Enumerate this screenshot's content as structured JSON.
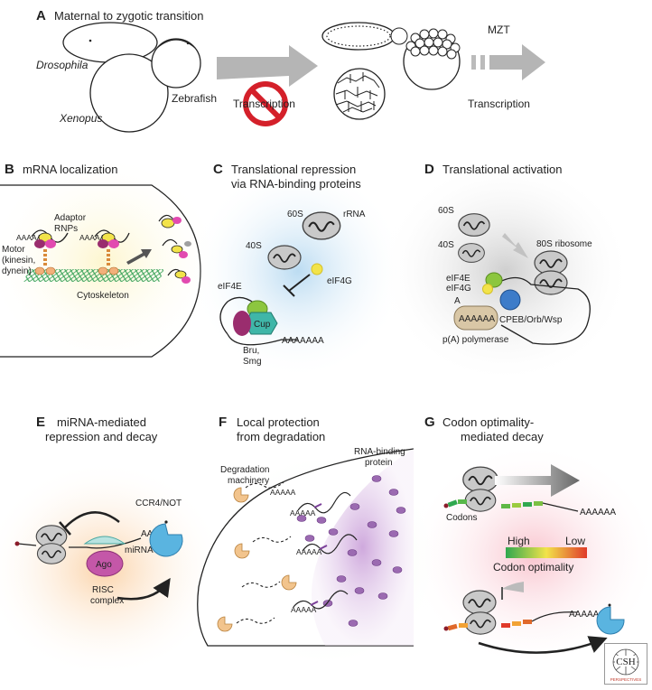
{
  "panelA": {
    "letter": "A",
    "title": "Maternal to zygotic transition",
    "drosophila": "Drosophila",
    "xenopus": "Xenopus",
    "zebrafish": "Zebrafish",
    "transcription_blocked": "Transcription",
    "mzt": "MZT",
    "transcription": "Transcription"
  },
  "panelB": {
    "letter": "B",
    "title": "mRNA localization",
    "adaptor": [
      "Adaptor",
      "RNPs"
    ],
    "motor": [
      "Motor",
      "(kinesin,",
      "dynein)"
    ],
    "cytoskeleton": "Cytoskeleton",
    "polyA": "AAAAA"
  },
  "panelC": {
    "letter": "C",
    "title": [
      "Translational repression",
      "via RNA-binding proteins"
    ],
    "s60": "60S",
    "s40": "40S",
    "rrna": "rRNA",
    "eif4g": "eIF4G",
    "eif4e": "eIF4E",
    "cup": "Cup",
    "bru": [
      "Bru,",
      "Smg"
    ],
    "polyA": "AAAAAAA"
  },
  "panelD": {
    "letter": "D",
    "title": "Translational activation",
    "s60": "60S",
    "s40": "40S",
    "ribosome80": "80S ribosome",
    "eif4e": "eIF4E",
    "eif4g": "eIF4G",
    "a": "A",
    "polyA": "AAAAAA",
    "cpeb": "CPEB/Orb/Wsp",
    "polymerase": "p(A) polymerase"
  },
  "panelE": {
    "letter": "E",
    "title": [
      "miRNA-mediated",
      "repression and decay"
    ],
    "ccr4": "CCR4/NOT",
    "polyA": "AAAA",
    "mirna": "miRNA",
    "ago": "Ago",
    "risc": [
      "RISC",
      "complex"
    ]
  },
  "panelF": {
    "letter": "F",
    "title": [
      "Local protection",
      "from degradation"
    ],
    "rbp": [
      "RNA-binding",
      "protein"
    ],
    "degradation": [
      "Degradation",
      "machinery"
    ],
    "polyA": "AAAAA"
  },
  "panelG": {
    "letter": "G",
    "title": [
      "Codon optimality-",
      "mediated decay"
    ],
    "polyA": "AAAAAA",
    "codons": "Codons",
    "high": "High",
    "low": "Low",
    "optimality": "Codon optimality",
    "polyA2": "AAAAA"
  },
  "logo": {
    "name": "CSH",
    "tagline": "PERSPECTIVES"
  },
  "colors": {
    "ribosome": "#c9c9c9",
    "eif4e": "#8cc63f",
    "eif4g": "#f2e34a",
    "cup": "#3fb6a8",
    "bru": "#9a2d6e",
    "cpeb": "#3d7cc9",
    "pacman_orange": "#f2c48d",
    "pacman_blue": "#5ab4e0",
    "rbp_purple": "#9b6ab1"
  }
}
